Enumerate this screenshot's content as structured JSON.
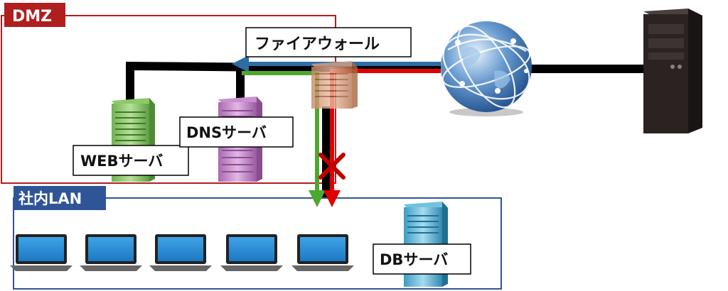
{
  "zones": {
    "dmz": {
      "label": "DMZ",
      "color": "#b01e1e"
    },
    "lan": {
      "label": "社内LAN",
      "color": "#2f5597"
    }
  },
  "devices": {
    "firewall": {
      "label": "ファイアウォール",
      "icon": "firewall-icon"
    },
    "web_server": {
      "label": "WEBサーバ",
      "icon": "server-icon"
    },
    "dns_server": {
      "label": "DNSサーバ",
      "icon": "server-icon"
    },
    "db_server": {
      "label": "DBサーバ",
      "icon": "server-icon"
    },
    "internet": {
      "icon": "globe-icon"
    },
    "external_server": {
      "icon": "tower-server-icon"
    },
    "laptops": {
      "count_shown": 5,
      "icon": "laptop-icon"
    }
  },
  "flows": {
    "blue_color": "#2e6da4",
    "red_color": "#e00000",
    "green_color": "#4ea72e",
    "black_color": "#000000",
    "blocked_icon": "cross-icon",
    "blocked_color": "#c00000"
  }
}
